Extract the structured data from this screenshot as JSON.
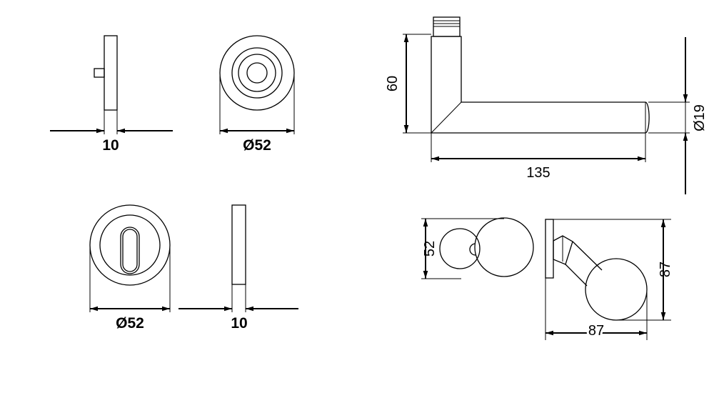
{
  "views": {
    "rose_side": {
      "dimension": "10"
    },
    "rose_front": {
      "dimension": "Ø52"
    },
    "escutcheon_front": {
      "dimension": "Ø52"
    },
    "escutcheon_side": {
      "dimension": "10"
    },
    "lever_side": {
      "height": "60",
      "length": "135",
      "diameter": "Ø19"
    },
    "knob_front": {
      "dimension": "52"
    },
    "knob_side": {
      "height": "87",
      "width": "87"
    }
  }
}
